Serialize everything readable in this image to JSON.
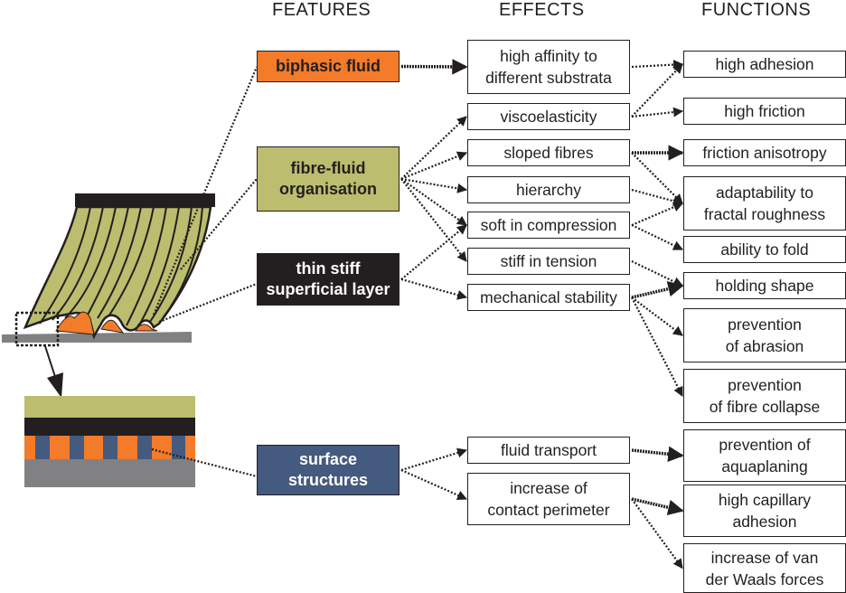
{
  "headers": {
    "features": "FEATURES",
    "effects": "EFFECTS",
    "functions": "FUNCTIONS"
  },
  "colors": {
    "orange": "#f47b2a",
    "olive": "#bcbd6e",
    "black": "#231f20",
    "navy": "#445a7e",
    "gray": "#818184"
  },
  "features": [
    {
      "id": "biphasic",
      "label": "biphasic fluid",
      "fill": "#f47b2a",
      "text": "#231f20"
    },
    {
      "id": "fibre",
      "label": "fibre-fluid\norganisation",
      "fill": "#bcbd6e",
      "text": "#231f20"
    },
    {
      "id": "thin",
      "label": "thin stiff\nsuperficial layer",
      "fill": "#231f20",
      "text": "#ffffff"
    },
    {
      "id": "surface",
      "label": "surface\nstructures",
      "fill": "#445a7e",
      "text": "#ffffff"
    }
  ],
  "effects": [
    {
      "id": "affinity",
      "label": "high affinity to\ndifferent substrata"
    },
    {
      "id": "visco",
      "label": "viscoelasticity"
    },
    {
      "id": "sloped",
      "label": "sloped fibres"
    },
    {
      "id": "hier",
      "label": "hierarchy"
    },
    {
      "id": "soft",
      "label": "soft in compression"
    },
    {
      "id": "stiff",
      "label": "stiff in tension"
    },
    {
      "id": "mech",
      "label": "mechanical stability"
    },
    {
      "id": "fluid",
      "label": "fluid transport"
    },
    {
      "id": "perim",
      "label": "increase of\ncontact perimeter"
    }
  ],
  "functions": [
    {
      "id": "adh",
      "label": "high adhesion"
    },
    {
      "id": "fric",
      "label": "high friction"
    },
    {
      "id": "aniso",
      "label": "friction anisotropy"
    },
    {
      "id": "adapt",
      "label": "adaptability to\nfractal roughness"
    },
    {
      "id": "fold",
      "label": "ability to fold"
    },
    {
      "id": "hold",
      "label": "holding shape"
    },
    {
      "id": "abr",
      "label": "prevention\nof abrasion"
    },
    {
      "id": "coll",
      "label": "prevention\nof fibre collapse"
    },
    {
      "id": "aqua",
      "label": "prevention of\naquaplaning"
    },
    {
      "id": "cap",
      "label": "high capillary\nadhesion"
    },
    {
      "id": "vdw",
      "label": "increase of van\nder Waals forces"
    }
  ],
  "links": [
    {
      "from": "biphasic",
      "to": "affinity",
      "style": "heavy"
    },
    {
      "from": "fibre",
      "to": "visco",
      "style": "dotted"
    },
    {
      "from": "fibre",
      "to": "sloped",
      "style": "dotted"
    },
    {
      "from": "fibre",
      "to": "hier",
      "style": "dotted"
    },
    {
      "from": "fibre",
      "to": "soft",
      "style": "dotted"
    },
    {
      "from": "fibre",
      "to": "stiff",
      "style": "dotted"
    },
    {
      "from": "thin",
      "to": "soft",
      "style": "dotted"
    },
    {
      "from": "thin",
      "to": "mech",
      "style": "dotted"
    },
    {
      "from": "surface",
      "to": "fluid",
      "style": "dotted"
    },
    {
      "from": "surface",
      "to": "perim",
      "style": "dotted"
    },
    {
      "from": "affinity",
      "to": "adh",
      "style": "dotted"
    },
    {
      "from": "visco",
      "to": "adh",
      "style": "dotted"
    },
    {
      "from": "visco",
      "to": "fric",
      "style": "dotted"
    },
    {
      "from": "sloped",
      "to": "aniso",
      "style": "heavy"
    },
    {
      "from": "sloped",
      "to": "adapt",
      "style": "dotted"
    },
    {
      "from": "hier",
      "to": "adapt",
      "style": "dotted"
    },
    {
      "from": "soft",
      "to": "adapt",
      "style": "dotted"
    },
    {
      "from": "soft",
      "to": "fold",
      "style": "dotted"
    },
    {
      "from": "stiff",
      "to": "hold",
      "style": "dotted"
    },
    {
      "from": "mech",
      "to": "hold",
      "style": "heavy"
    },
    {
      "from": "mech",
      "to": "abr",
      "style": "dotted"
    },
    {
      "from": "mech",
      "to": "coll",
      "style": "dotted"
    },
    {
      "from": "fluid",
      "to": "aqua",
      "style": "heavy"
    },
    {
      "from": "perim",
      "to": "cap",
      "style": "heavy"
    },
    {
      "from": "perim",
      "to": "vdw",
      "style": "dotted"
    }
  ]
}
